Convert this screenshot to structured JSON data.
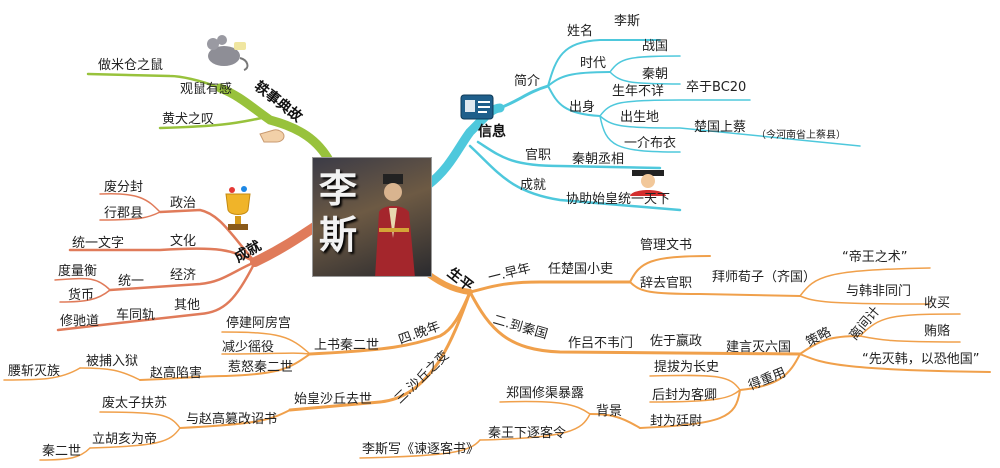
{
  "central": {
    "title": "李斯"
  },
  "colors": {
    "info": "#4ec8dc",
    "story": "#98c23c",
    "achieve": "#e07b5a",
    "life": "#f0a04b"
  },
  "info": {
    "label": "信息",
    "intro": {
      "label": "简介",
      "name": {
        "label": "姓名",
        "value": "李斯"
      },
      "era": {
        "label": "时代",
        "values": [
          "战国",
          "秦朝"
        ]
      },
      "origin": {
        "label": "出身",
        "birth": {
          "label": "生年不详",
          "value": "卒于BC20"
        },
        "birthplace": {
          "label": "出生地",
          "value": "楚国上蔡",
          "note": "（今河南省上蔡县）"
        },
        "status": "一介布衣"
      }
    },
    "office": {
      "label": "官职",
      "value": "秦朝丞相"
    },
    "success": {
      "label": "成就",
      "value": "协助始皇统一天下"
    }
  },
  "story": {
    "label": "轶事典故",
    "rat": {
      "label": "观鼠有感",
      "value": "做米仓之鼠"
    },
    "dog": {
      "label": "黄犬之叹"
    }
  },
  "achieve": {
    "label": "成就",
    "politics": {
      "label": "政治",
      "items": [
        "废分封",
        "行郡县"
      ]
    },
    "culture": {
      "label": "文化",
      "items": [
        "统一文字"
      ]
    },
    "economy": {
      "label": "经济",
      "sub": "统一",
      "items": [
        "度量衡",
        "货币"
      ]
    },
    "other": {
      "label": "其他",
      "sub": "车同轨",
      "items": [
        "修驰道"
      ]
    }
  },
  "life": {
    "label": "生平",
    "early": {
      "label": "一.早年",
      "job": "任楚国小吏",
      "duty": "管理文书",
      "quit": "辞去官职",
      "teacher": "拜师荀子（齐国）",
      "learn": "“帝王之术”",
      "peer": "与韩非同门"
    },
    "qin": {
      "label": "二.到秦国",
      "a": "作吕不韦门",
      "b": "佐于嬴政",
      "c": "建言灭六国",
      "strategy": {
        "label": "策略",
        "plan": "离间计",
        "plans": [
          "收买",
          "贿赂"
        ],
        "quote": "“先灭韩，以恐他国”"
      },
      "reused": {
        "label": "得重用",
        "items": [
          "提拔为长史",
          "后封为客卿",
          "封为廷尉"
        ]
      },
      "bg": {
        "label": "背景",
        "cause": "郑国修渠暴露",
        "event": "秦王下逐客令",
        "essay": "李斯写《谏逐客书》"
      }
    },
    "shaqiu": {
      "label": "三.沙丘之变",
      "death": "始皇沙丘去世",
      "plot": "与赵高篡改诏书",
      "items": [
        {
          "label": "废太子扶苏"
        },
        {
          "label": "立胡亥为帝",
          "sub": "秦二世"
        }
      ]
    },
    "late": {
      "label": "四.晚年",
      "letter": "上书秦二世",
      "items": [
        "停建阿房宫",
        "减少徭役",
        "惹怒秦二世"
      ],
      "fate": "赵高陷害",
      "arrest": "被捕入狱",
      "end": "腰斩灭族"
    }
  }
}
